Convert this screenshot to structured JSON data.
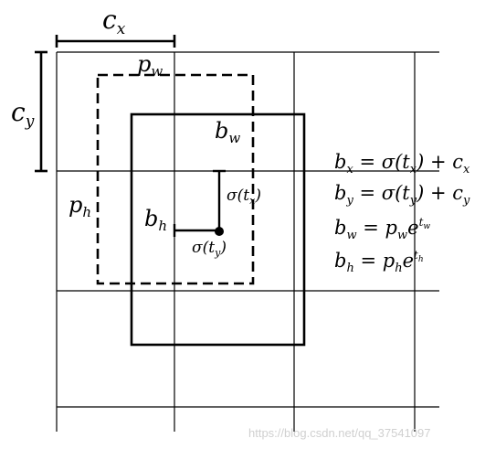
{
  "labels": {
    "cx": {
      "base": "c",
      "sub": "x"
    },
    "cy": {
      "base": "c",
      "sub": "y"
    },
    "pw": {
      "base": "p",
      "sub": "w"
    },
    "ph": {
      "base": "p",
      "sub": "h"
    },
    "bw": {
      "base": "b",
      "sub": "w"
    },
    "bh": {
      "base": "b",
      "sub": "h"
    },
    "sigma_tx": {
      "fn": "σ(",
      "base": "t",
      "sub": "x",
      "close": ")"
    },
    "sigma_ty": {
      "fn": "σ(",
      "base": "t",
      "sub": "y",
      "close": ")"
    }
  },
  "equations": [
    {
      "lhs": "b",
      "lhs_sub": "x",
      "eq": " = σ(",
      "t": "t",
      "t_sub": "x",
      "tail": ") + c",
      "tail_sub": "x"
    },
    {
      "lhs": "b",
      "lhs_sub": "y",
      "eq": " = σ(",
      "t": "t",
      "t_sub": "y",
      "tail": ") + c",
      "tail_sub": "y"
    },
    {
      "lhs": "b",
      "lhs_sub": "w",
      "eq": " = p",
      "eq_sub": "w",
      "exp_base": "e",
      "exp": "t",
      "exp_sub": "w"
    },
    {
      "lhs": "b",
      "lhs_sub": "h",
      "eq": " = p",
      "eq_sub": "h",
      "exp_base": "e",
      "exp": "t",
      "exp_sub": "h"
    }
  ],
  "watermark": "https://blog.csdn.net/qq_37541097"
}
